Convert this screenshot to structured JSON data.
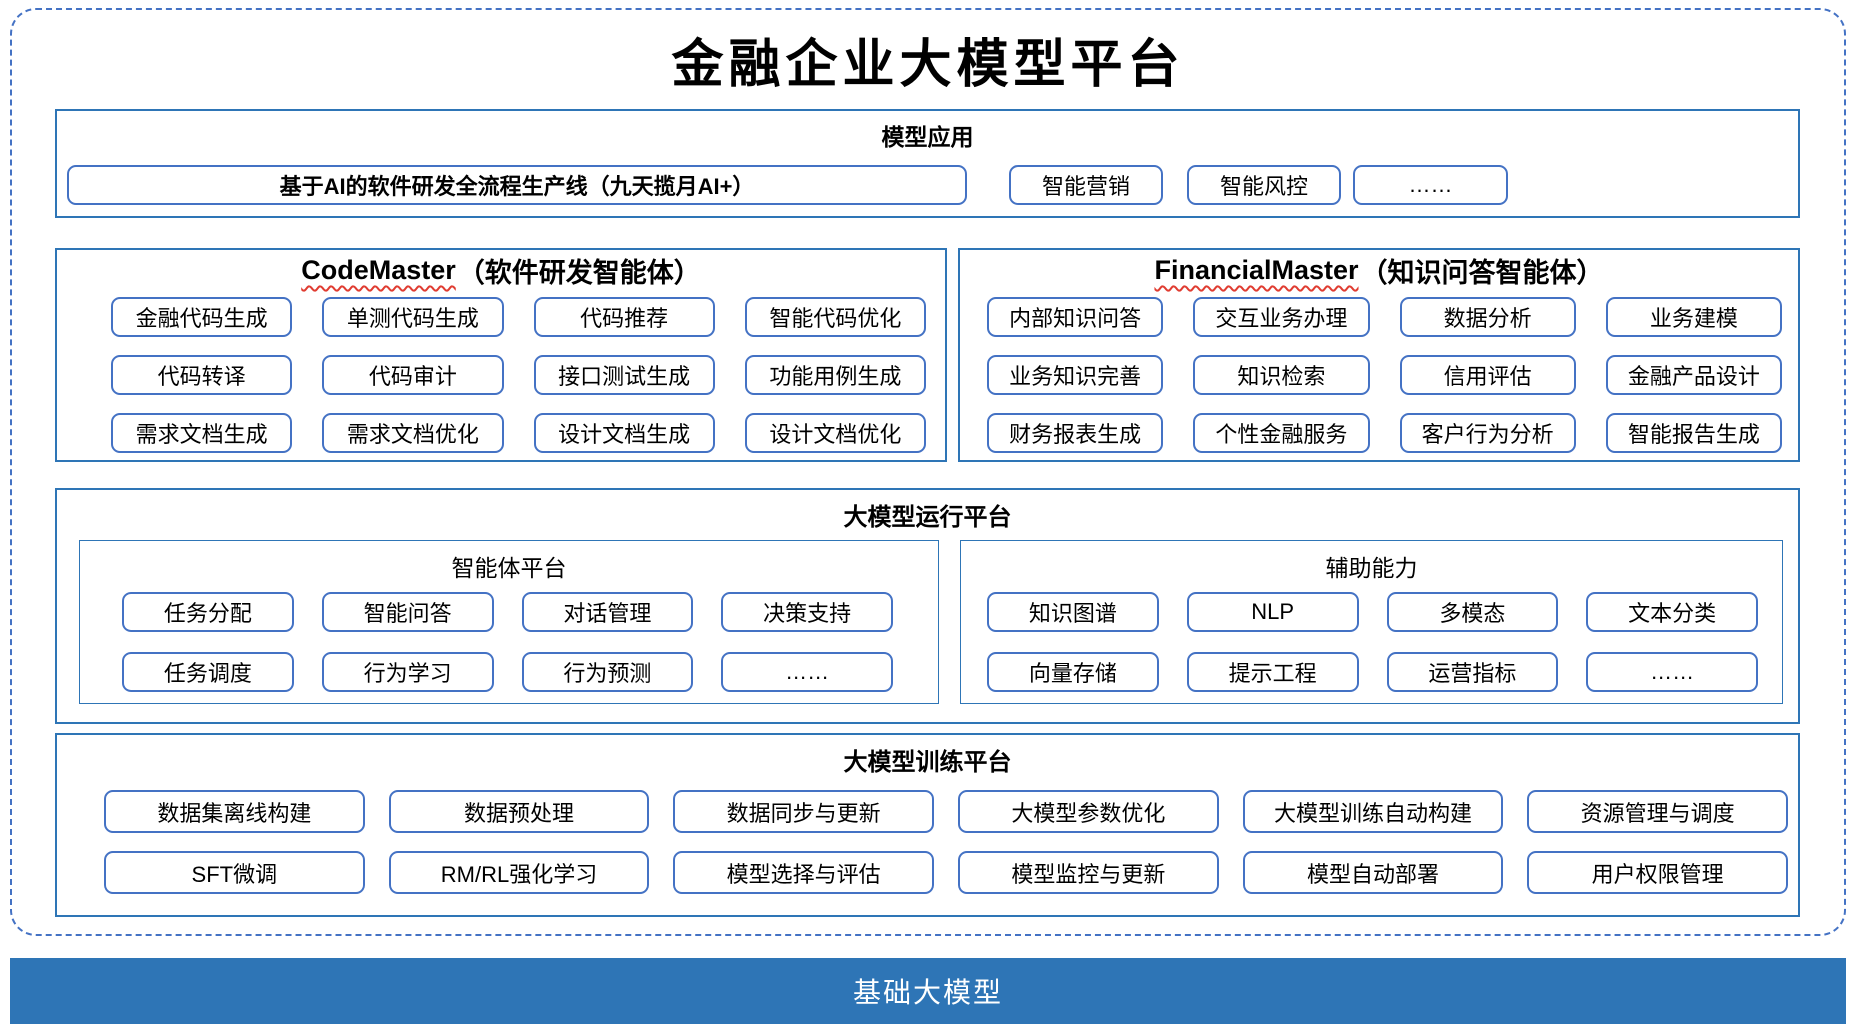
{
  "title": "金融企业大模型平台",
  "colors": {
    "section_border": "#2E75B6",
    "chip_border": "#4472C4",
    "dashed_frame": "#4472C4",
    "foundation_bar": "#2E75B6",
    "squiggle": "#E03C31"
  },
  "sections": {
    "model_app": {
      "header": "模型应用",
      "main_item": "基于AI的软件研发全流程生产线（九天揽月AI+）",
      "items": [
        "智能营销",
        "智能风控",
        "……"
      ]
    },
    "code_master": {
      "name_en": "CodeMaster",
      "name_cn": "（软件研发智能体）",
      "items": [
        "金融代码生成",
        "单测代码生成",
        "代码推荐",
        "智能代码优化",
        "代码转译",
        "代码审计",
        "接口测试生成",
        "功能用例生成",
        "需求文档生成",
        "需求文档优化",
        "设计文档生成",
        "设计文档优化"
      ]
    },
    "financial_master": {
      "name_en": "FinancialMaster",
      "name_cn": "（知识问答智能体）",
      "items": [
        "内部知识问答",
        "交互业务办理",
        "数据分析",
        "业务建模",
        "业务知识完善",
        "知识检索",
        "信用评估",
        "金融产品设计",
        "财务报表生成",
        "个性金融服务",
        "客户行为分析",
        "智能报告生成"
      ]
    },
    "runtime": {
      "header": "大模型运行平台",
      "agent_platform": {
        "title": "智能体平台",
        "items": [
          "任务分配",
          "智能问答",
          "对话管理",
          "决策支持",
          "任务调度",
          "行为学习",
          "行为预测",
          "……"
        ]
      },
      "aux_ability": {
        "title": "辅助能力",
        "items": [
          "知识图谱",
          "NLP",
          "多模态",
          "文本分类",
          "向量存储",
          "提示工程",
          "运营指标",
          "……"
        ]
      }
    },
    "training": {
      "header": "大模型训练平台",
      "items": [
        "数据集离线构建",
        "数据预处理",
        "数据同步与更新",
        "大模型参数优化",
        "大模型训练自动构建",
        "资源管理与调度",
        "SFT微调",
        "RM/RL强化学习",
        "模型选择与评估",
        "模型监控与更新",
        "模型自动部署",
        "用户权限管理"
      ]
    },
    "foundation": {
      "label": "基础大模型"
    }
  }
}
